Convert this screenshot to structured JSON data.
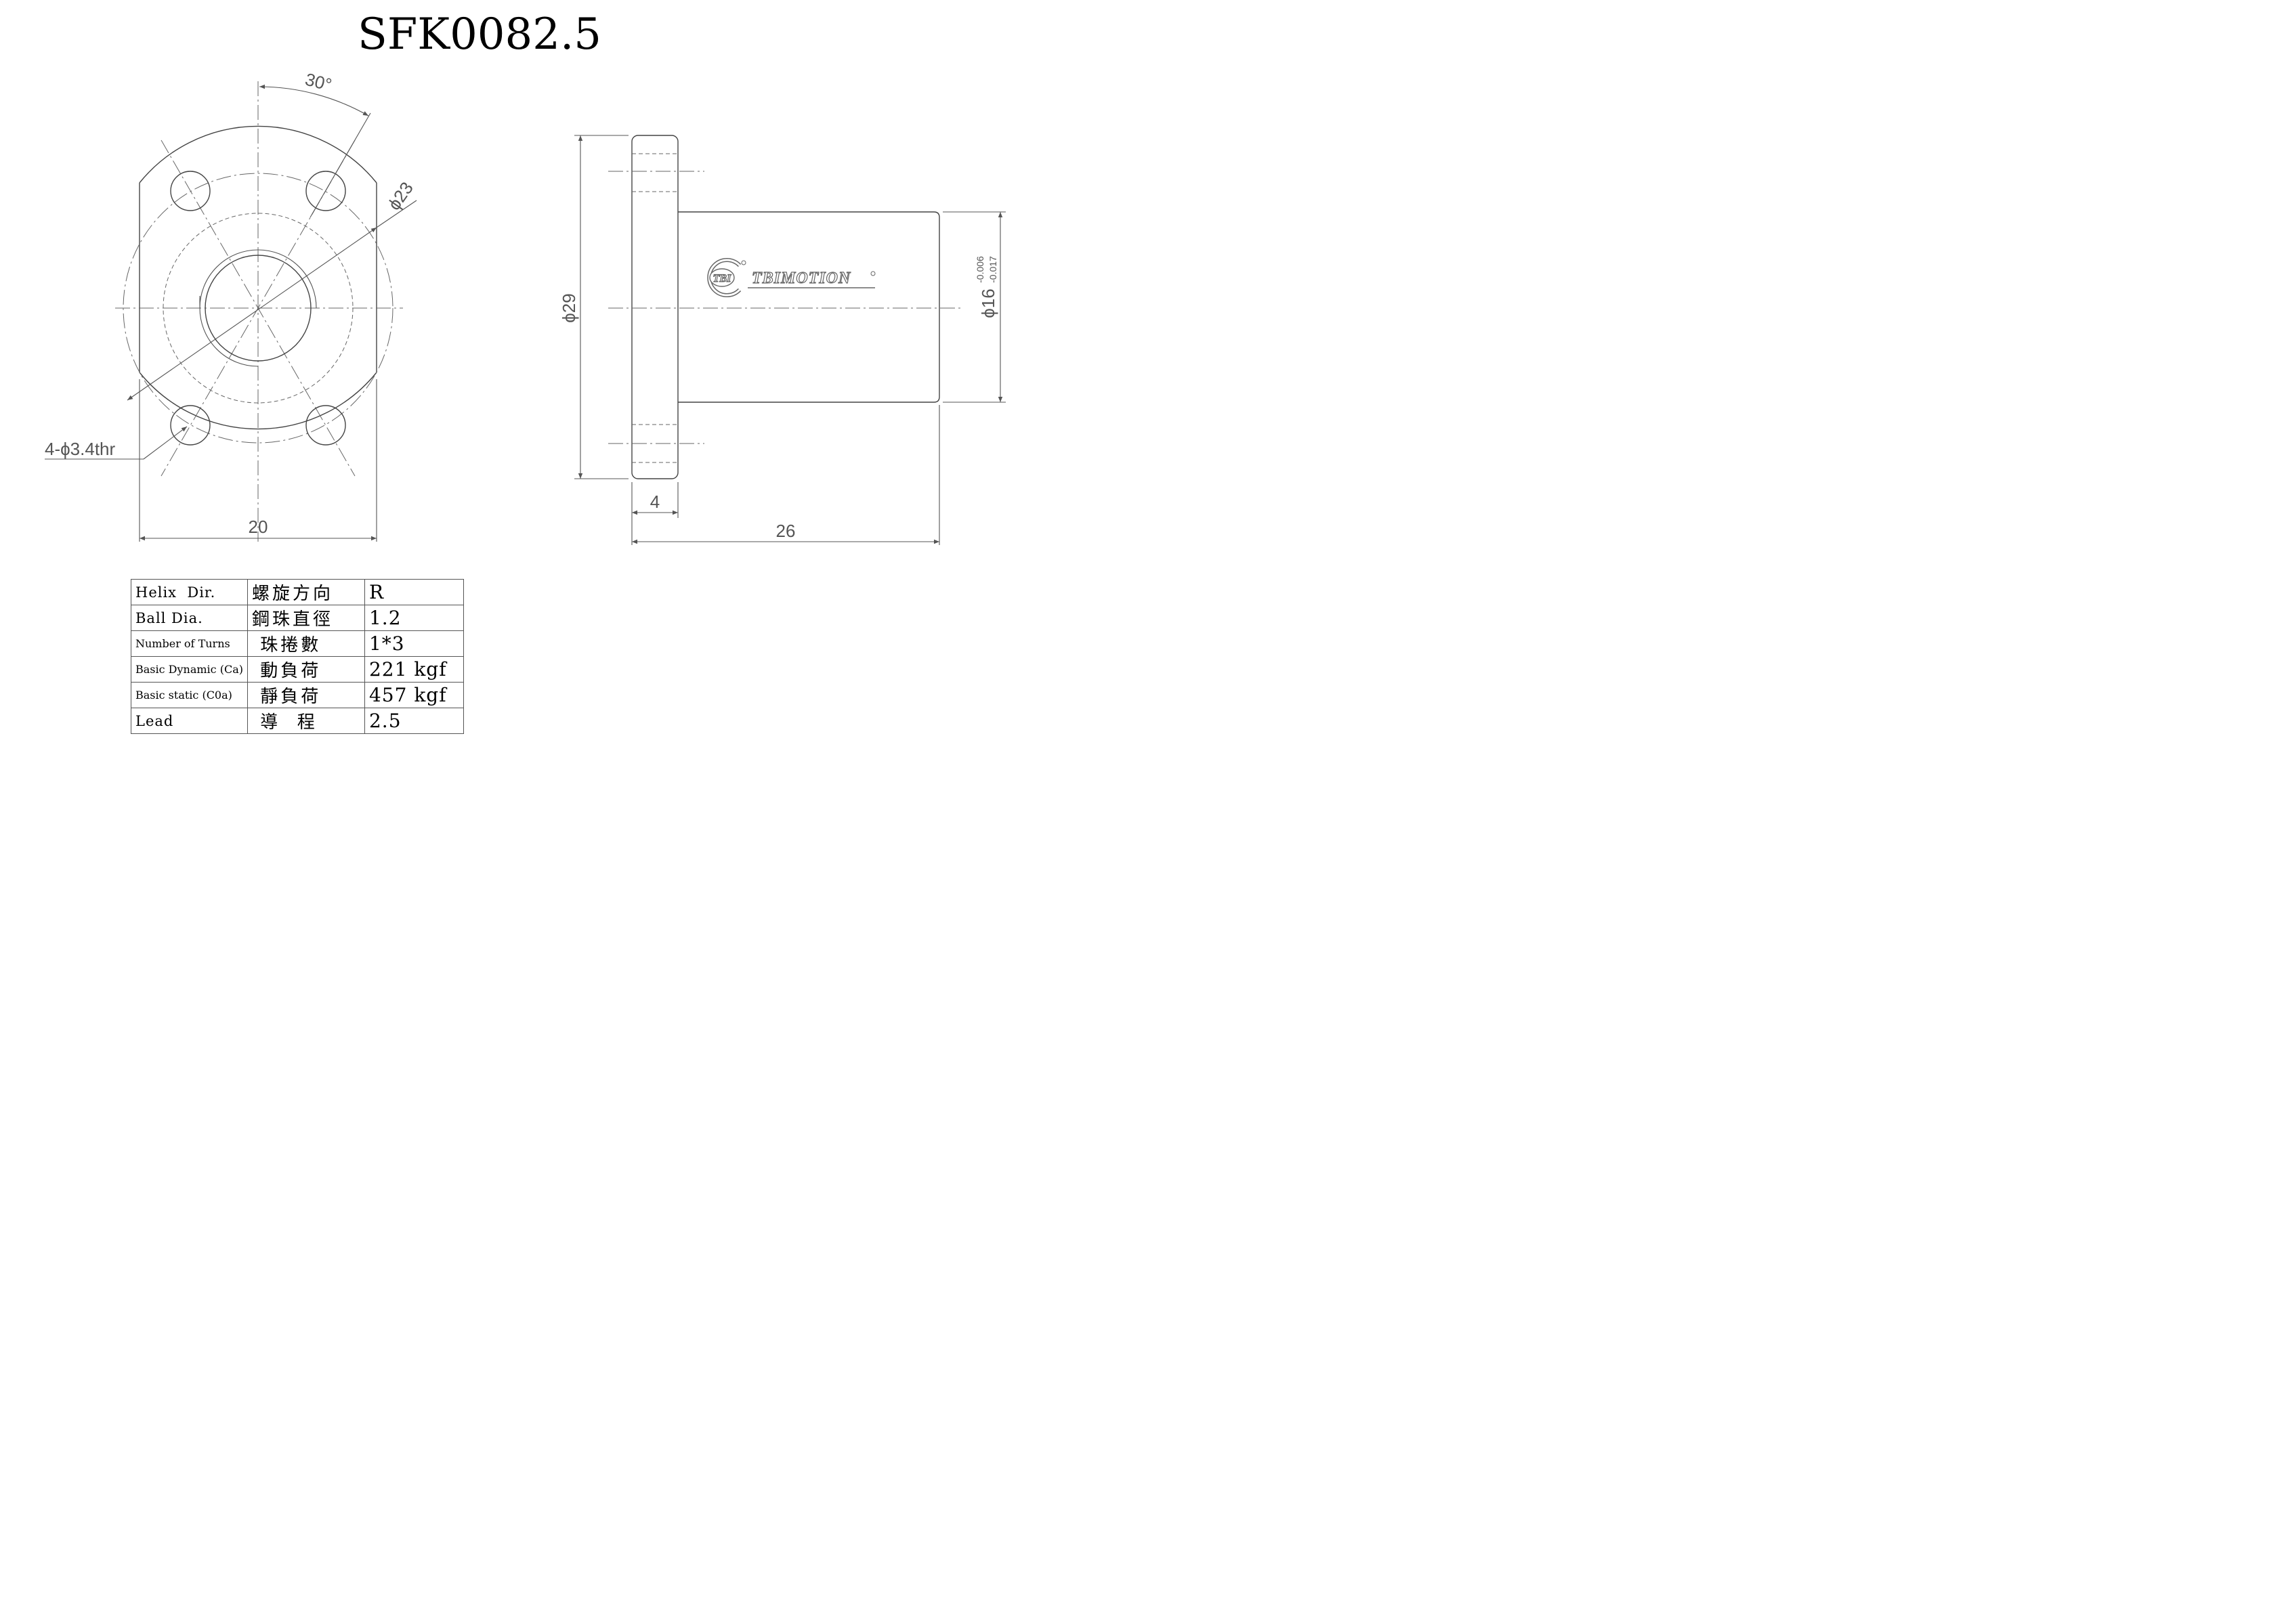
{
  "title": "SFK0082.5",
  "front_view": {
    "angle_label": "30°",
    "pcd_label": "ϕ23",
    "holes_label": "4-ϕ3.4thr",
    "width_label": "20"
  },
  "side_view": {
    "flange_dia_label": "ϕ29",
    "body_dia_label": "ϕ16",
    "tol_upper": "-0.006",
    "tol_lower": "-0.017",
    "flange_thickness_label": "4",
    "length_label": "26",
    "logo_badge": "TBI",
    "logo_text": "TBIMOTION"
  },
  "spec_table": {
    "rows": [
      {
        "en": "Helix  Dir.",
        "zh": "螺旋方向",
        "value": "R"
      },
      {
        "en": "Ball Dia.",
        "zh": "鋼珠直徑",
        "value": "1.2"
      },
      {
        "en": "Number of Turns",
        "zh": " 珠捲數",
        "value": "1*3"
      },
      {
        "en": "Basic Dynamic (Ca)",
        "zh": " 動負荷",
        "value": "221 kgf"
      },
      {
        "en": "Basic static (C0a)",
        "zh": " 靜負荷",
        "value": "457 kgf"
      },
      {
        "en": "Lead",
        "zh": " 導  程",
        "value": "2.5"
      }
    ]
  }
}
